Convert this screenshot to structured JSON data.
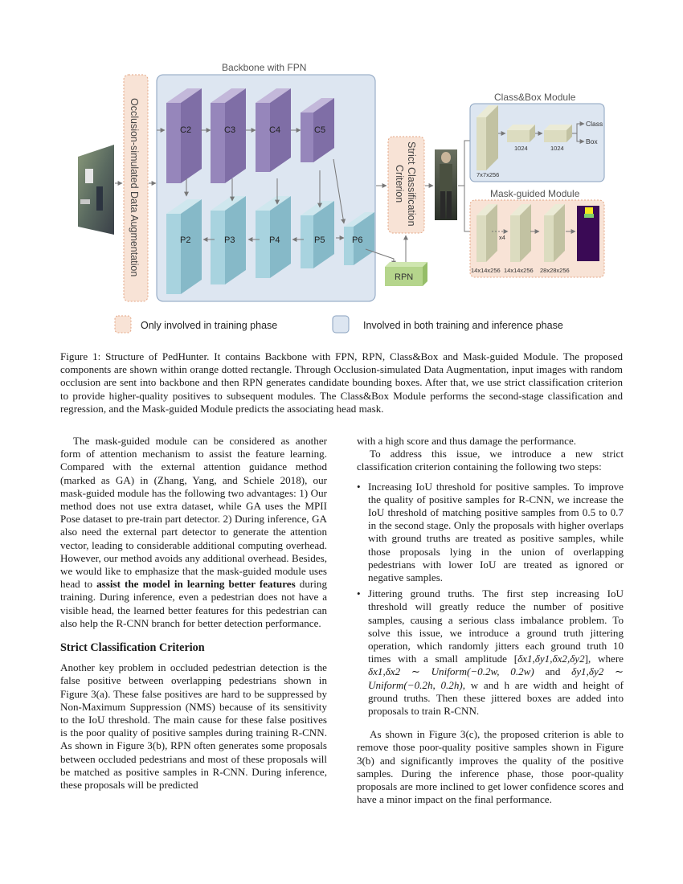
{
  "figure": {
    "backbone_title": "Backbone with FPN",
    "aug_label": "Occlusion-simulated Data Augmentation",
    "c_labels": [
      "C2",
      "C3",
      "C4",
      "C5"
    ],
    "p_labels": [
      "P2",
      "P3",
      "P4",
      "P5",
      "P6"
    ],
    "strict_label_1": "Strict Classification",
    "strict_label_2": "Criterion",
    "rpn_label": "RPN",
    "classbox_title": "Class&Box Module",
    "classbox_dims": [
      "7x7x256",
      "1024",
      "1024"
    ],
    "class_out": "Class",
    "box_out": "Box",
    "mask_title": "Mask-guided Module",
    "mask_dims": [
      "14x14x256",
      "14x14x256",
      "28x28x256"
    ],
    "x4_label": "x4",
    "legend_training": "Only involved in training phase",
    "legend_both": "Involved in both training and inference phase",
    "colors": {
      "orange_fill": "#f8e3d6",
      "orange_border": "#e4a684",
      "blue_fill": "#dde6f1",
      "blue_border": "#8aa2bf",
      "conv_purple": "#a090c0",
      "conv_cyan": "#a8d3df",
      "rpn_green": "#b5d58c",
      "head_beige": "#dcdcc0",
      "mask_purple": "#3a0a55",
      "mask_yellow": "#f4e61e"
    }
  },
  "caption": "Figure 1: Structure of PedHunter. It contains Backbone with FPN, RPN, Class&Box and Mask-guided Module. The proposed components are shown within orange dotted rectangle. Through Occlusion-simulated Data Augmentation, input images with random occlusion are sent into backbone and then RPN generates candidate bounding boxes. After that, we use strict classification criterion to provide higher-quality positives to subsequent modules. The Class&Box Module performs the second-stage classification and regression, and the Mask-guided Module predicts the associating head mask.",
  "left_col": {
    "p1_a": "The mask-guided module can be considered as another form of attention mechanism to assist the feature learning. Compared with the external attention guidance method (marked as GA) in (Zhang, Yang, and Schiele 2018), our mask-guided module has the following two advantages: 1) Our method does not use extra dataset, while GA uses the MPII Pose dataset to pre-train part detector. 2) During inference, GA also need the external part detector to generate the attention vector, leading to considerable additional computing overhead. However, our method avoids any additional overhead. Besides, we would like to emphasize that the mask-guided module uses head to ",
    "p1_bold": "assist the model in learning better features",
    "p1_b": " during training. During inference, even a pedestrian does not have a visible head, the learned better features for this pedestrian can also help the R-CNN branch for better detection performance.",
    "section_title": "Strict Classification Criterion",
    "p2": "Another key problem in occluded pedestrian detection is the false positive between overlapping pedestrians shown in Figure 3(a). These false positives are hard to be suppressed by Non-Maximum Suppression (NMS) because of its sensitivity to the IoU threshold. The main cause for these false positives is the poor quality of positive samples during training R-CNN. As shown in Figure 3(b), RPN often generates some proposals between occluded pedestrians and most of these proposals will be matched as positive samples in R-CNN. During inference, these proposals will be predicted"
  },
  "right_col": {
    "p1": "with a high score and thus damage the performance.",
    "p2": "To address this issue, we introduce a new strict classification criterion containing the following two steps:",
    "bullet1": "Increasing IoU threshold for positive samples. To improve the quality of positive samples for R-CNN, we increase the IoU threshold of matching positive samples from 0.5 to 0.7 in the second stage. Only the proposals with higher overlaps with ground truths are treated as positive samples, while those proposals lying in the union of overlapping pedestrians with lower IoU are treated as ignored or negative samples.",
    "bullet2_a": "Jittering ground truths. The first step increasing IoU threshold will greatly reduce the number of positive samples, causing a serious class imbalance problem. To solve this issue, we introduce a ground truth jittering operation, which randomly jitters each ground truth 10 times with a small amplitude [",
    "bullet2_math1": "δx1,δy1,δx2,δy2",
    "bullet2_b": "], where ",
    "bullet2_math2": "δx1,δx2 ∼ Uniform(−0.2w, 0.2w)",
    "bullet2_c": " and ",
    "bullet2_math3": "δy1,δy2 ∼ Uniform(−0.2h, 0.2h)",
    "bullet2_d": ", w and h are width and height of ground truths. Then these jittered boxes are added into proposals to train R-CNN.",
    "p3": "As shown in Figure 3(c), the proposed criterion is able to remove those poor-quality positive samples shown in Figure 3(b) and significantly improves the quality of the positive samples. During the inference phase, those poor-quality proposals are more inclined to get lower confidence scores and have a minor impact on the final performance."
  }
}
